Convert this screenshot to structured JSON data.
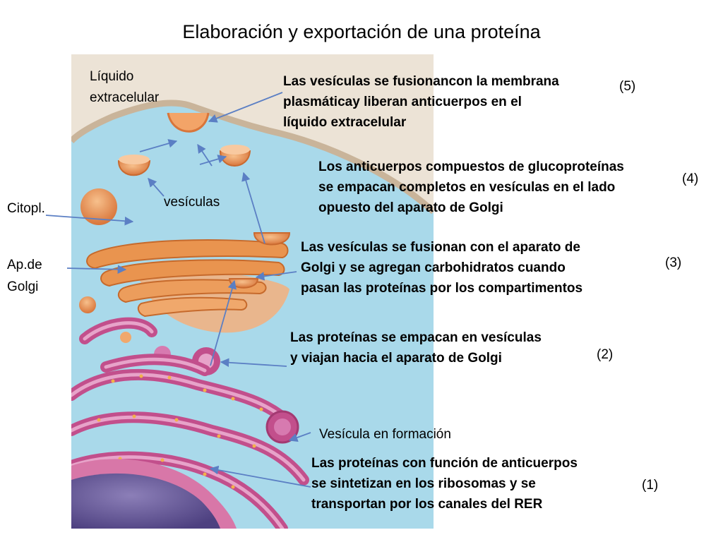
{
  "title": "Elaboración y exportación de una proteína",
  "labels": {
    "liquido_1": "Líquido",
    "liquido_2": "extracelular",
    "vesiculas": "vesículas",
    "citopl": "Citopl.",
    "apde_1": "Ap.de",
    "apde_2": "Golgi",
    "vesicula_formacion": "Vesícula en formación"
  },
  "steps": [
    {
      "number": "(5)",
      "lines": [
        "Las vesículas se fusionancon la membrana",
        "plasmáticay liberan anticuerpos en el",
        "líquido extracelular"
      ]
    },
    {
      "number": "(4)",
      "lines": [
        "Los anticuerpos compuestos de glucoproteínas",
        "se empacan completos en vesículas en el lado",
        "opuesto del aparato de Golgi"
      ]
    },
    {
      "number": "(3)",
      "lines": [
        "Las vesículas se fusionan con el aparato de",
        "Golgi y se agregan carbohidratos cuando",
        "pasan las proteínas por los compartimentos"
      ]
    },
    {
      "number": "(2)",
      "lines": [
        "Las proteínas se empacan en vesículas",
        "y viajan hacia el aparato de Golgi"
      ]
    },
    {
      "number": "(1)",
      "lines": [
        "Las proteínas con función de anticuerpos",
        "se sintetizan en los ribosomas y se",
        "transportan por los canales del  RER"
      ]
    }
  ],
  "colors": {
    "extracellular": "#ece3d6",
    "membrane": "#c9b49a",
    "cytoplasm": "#a9d9ea",
    "golgi": "#e9944f",
    "rer": "#c24f8c",
    "nucleus": "#6c5e98",
    "arrow": "#5b7fc4"
  }
}
